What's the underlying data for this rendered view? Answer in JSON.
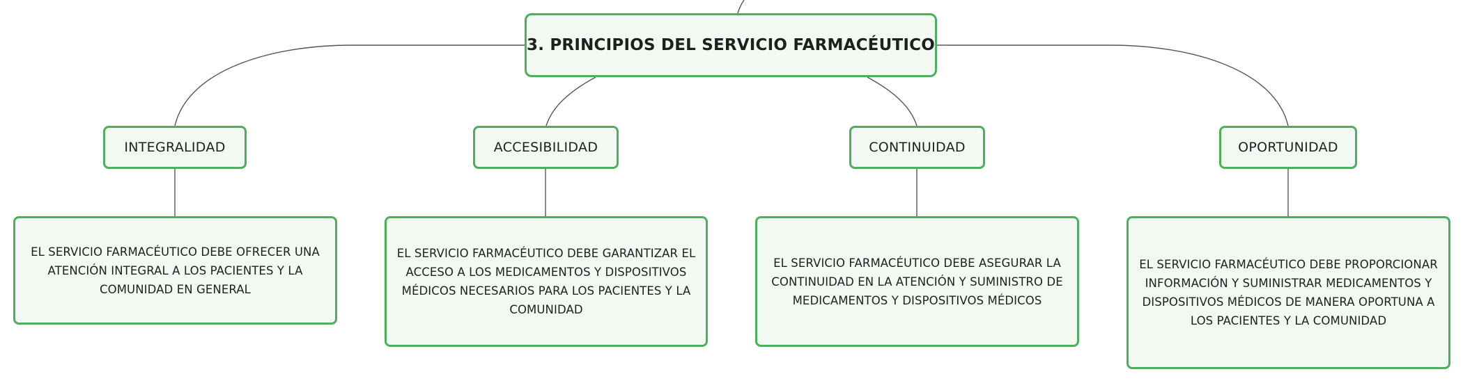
{
  "root": {
    "label": "3. PRINCIPIOS DEL SERVICIO FARMACÉUTICO"
  },
  "principles": [
    {
      "label": "INTEGRALIDAD",
      "description": "EL SERVICIO FARMACÉUTICO DEBE OFRECER UNA ATENCIÓN INTEGRAL A LOS PACIENTES Y LA COMUNIDAD EN GENERAL"
    },
    {
      "label": "ACCESIBILIDAD",
      "description": "EL SERVICIO FARMACÉUTICO DEBE GARANTIZAR EL ACCESO A LOS MEDICAMENTOS Y DISPOSITIVOS MÉDICOS NECESARIOS PARA LOS PACIENTES Y LA COMUNIDAD"
    },
    {
      "label": "CONTINUIDAD",
      "description": "EL SERVICIO FARMACÉUTICO DEBE ASEGURAR LA CONTINUIDAD EN LA ATENCIÓN Y SUMINISTRO DE MEDICAMENTOS Y DISPOSITIVOS MÉDICOS"
    },
    {
      "label": "OPORTUNIDAD",
      "description": "EL SERVICIO FARMACÉUTICO DEBE PROPORCIONAR INFORMACIÓN Y SUMINISTRAR MEDICAMENTOS Y DISPOSITIVOS MÉDICOS DE MANERA OPORTUNA A LOS PACIENTES Y LA COMUNIDAD"
    }
  ],
  "colors": {
    "node_border": "#4caf5c",
    "node_fill": "#f2f9f3",
    "connector": "#555555"
  }
}
